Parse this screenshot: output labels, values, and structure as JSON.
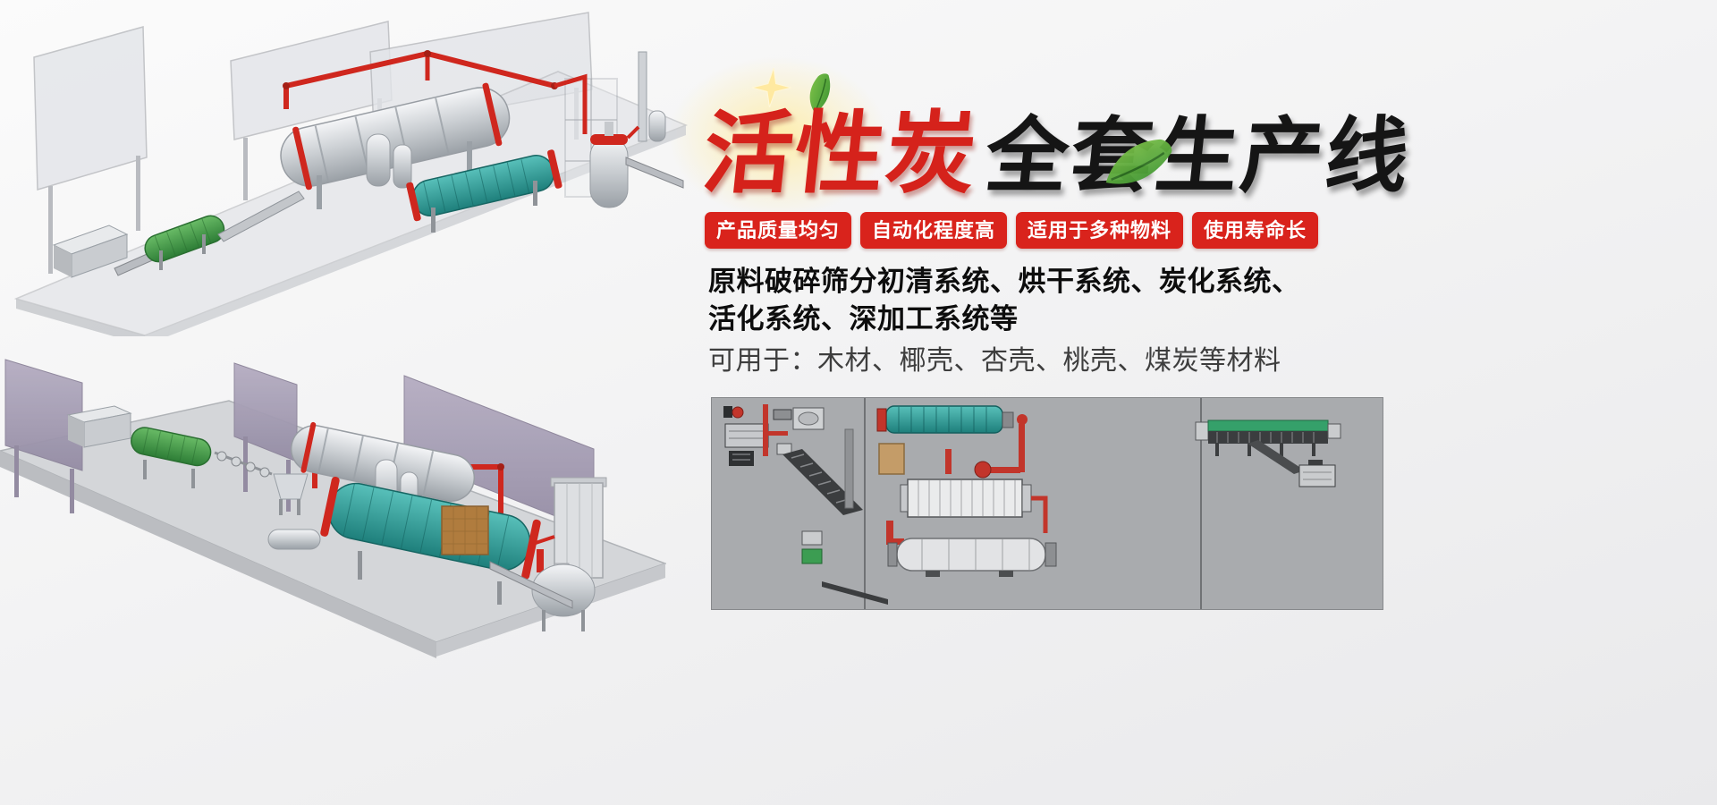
{
  "hero": {
    "title_red": "活性炭",
    "title_black": "全套生产线",
    "badges": [
      "产品质量均匀",
      "自动化程度高",
      "适用于多种物料",
      "使用寿命长"
    ],
    "description_line1": "原料破碎筛分初清系统、烘干系统、炭化系统、",
    "description_line2": "活化系统、深加工系统等",
    "materials_line": "可用于：木材、椰壳、杏壳、桃壳、煤炭等材料"
  },
  "illustrations": {
    "top_view": "3d-render-production-line-upper",
    "bottom_view": "3d-render-production-line-lower",
    "schematic": "plant-layout-schematic"
  },
  "icons": {
    "leaf": "leaf-icon",
    "sparkle": "sparkle-icon"
  },
  "colors": {
    "accent_red": "#d9231c",
    "pipe_red": "#cf271e",
    "title_red": "#d5221b",
    "title_black": "#151515",
    "badge_text": "#ffffff",
    "background": "#f1f1f2",
    "panel_gray": "#a9abae",
    "machine_steel": "#ccd0d4",
    "machine_teal": "#2f9f9e",
    "machine_green": "#3f9d4a",
    "panel_purple": "#a49cb0"
  }
}
